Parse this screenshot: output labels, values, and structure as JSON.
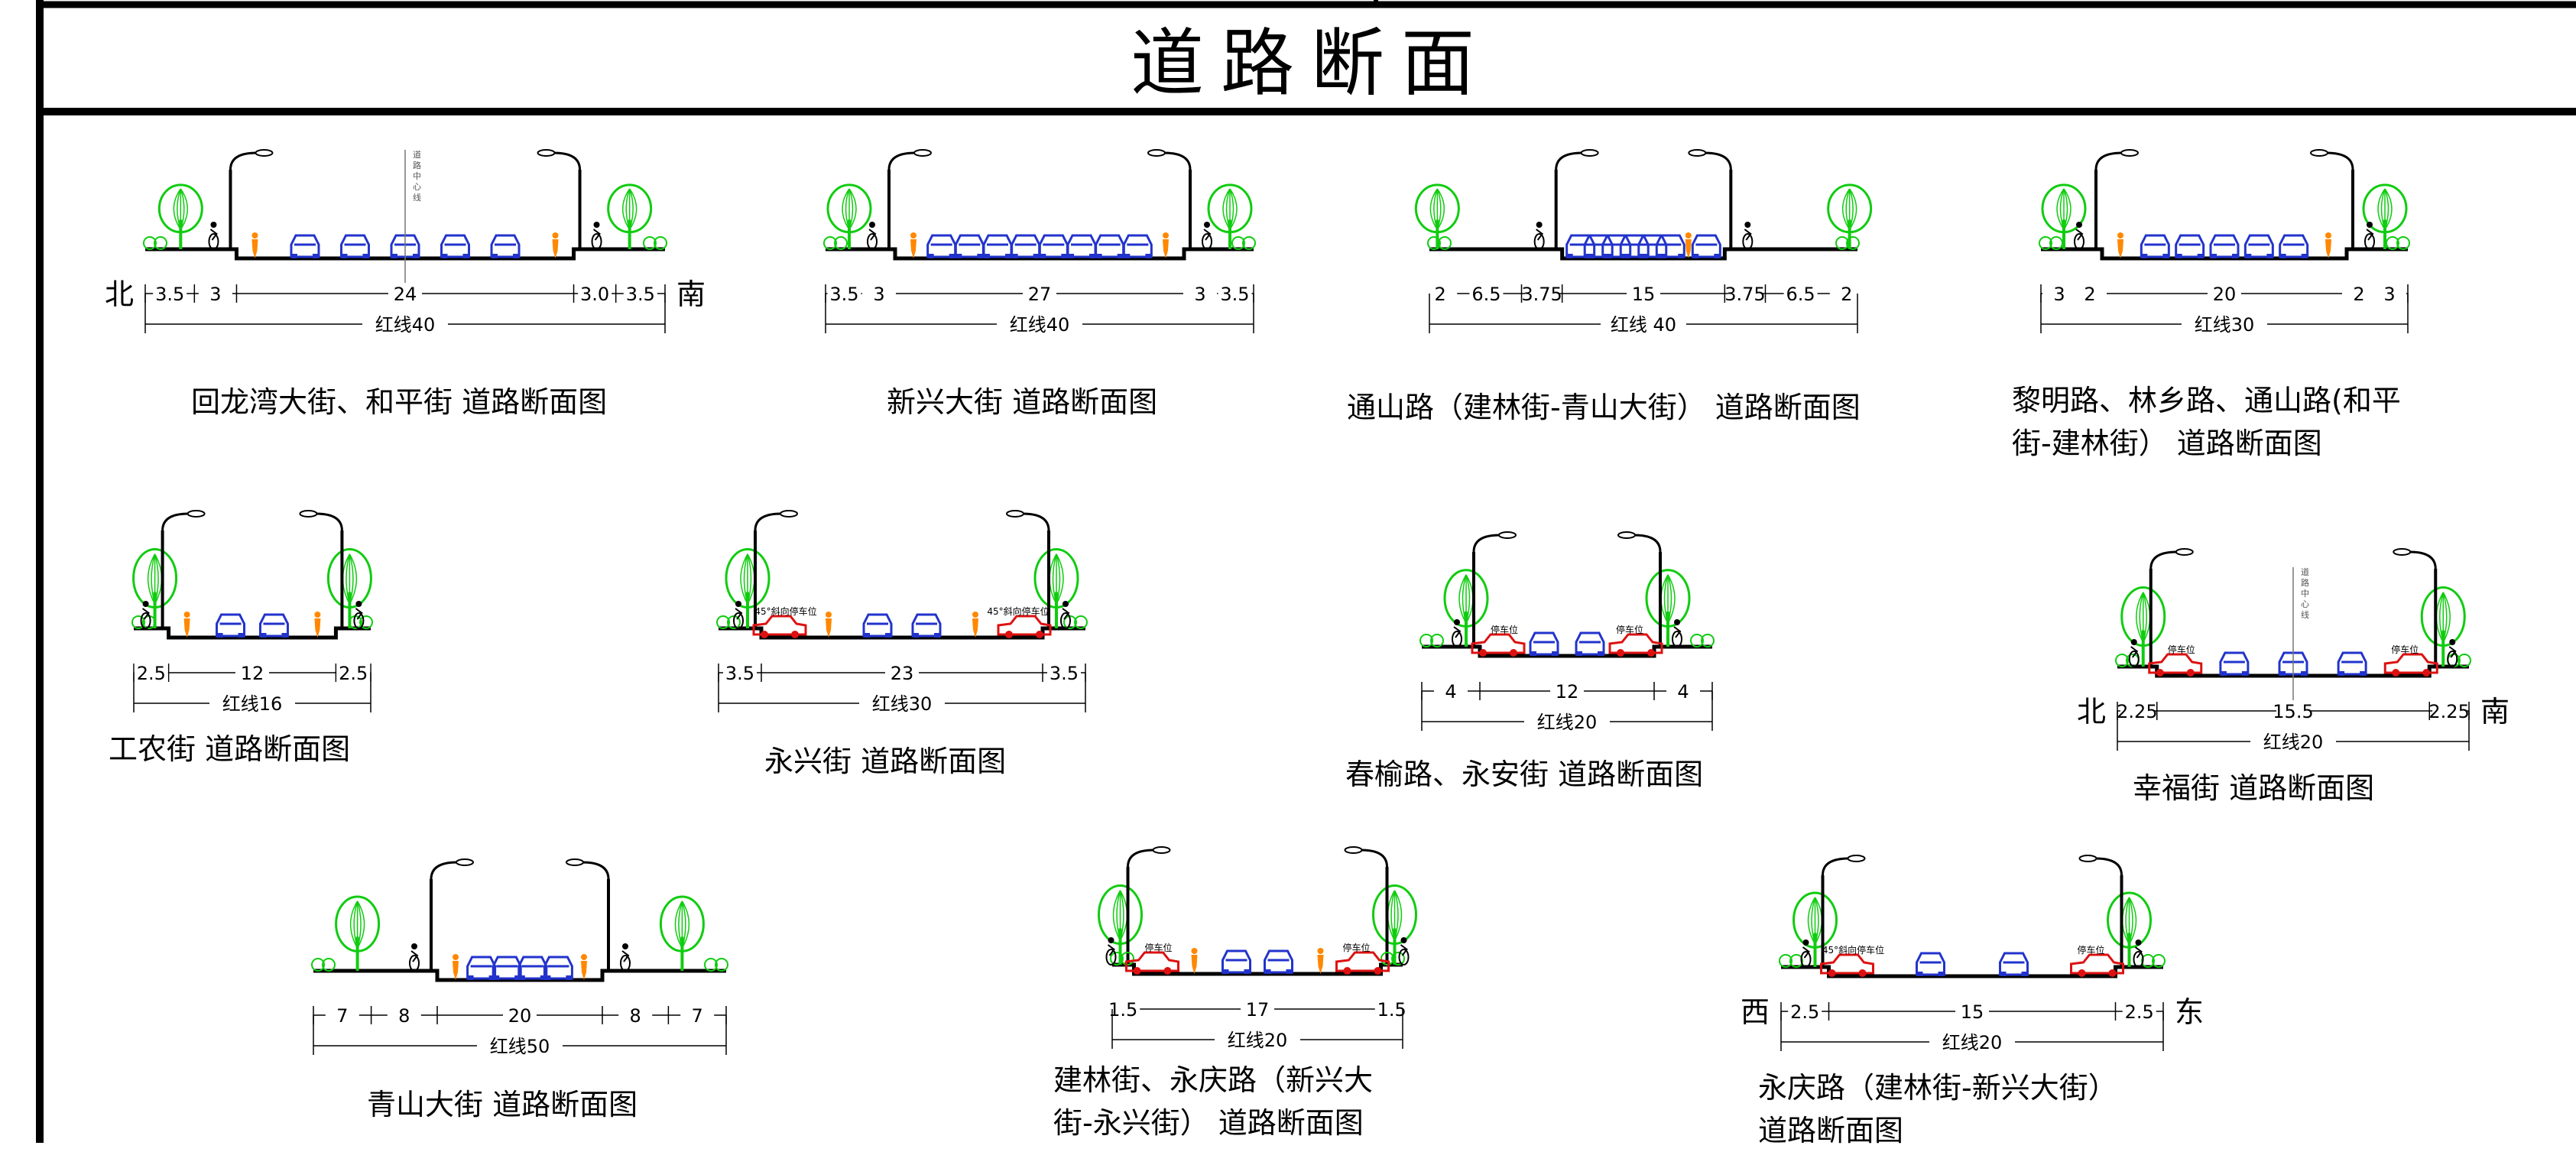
{
  "title": "道路断面",
  "colors": {
    "tree": "#10cc10",
    "car_blue": "#2233cc",
    "car_red": "#dd1111",
    "person": "#ff8800",
    "ink": "#000000"
  },
  "sections": [
    {
      "id": "huilongwan",
      "caption": [
        "回龙湾大街、和平街 道路断面图"
      ],
      "red_line": "红线40",
      "dims": [
        "3.5",
        "3",
        "24",
        "3.0",
        "3.5"
      ],
      "dir_left": "北",
      "dir_right": "南",
      "centerline_note": "道路中心线",
      "lane_items": [
        "person",
        "car",
        "car",
        "car",
        "car",
        "car",
        "person"
      ]
    },
    {
      "id": "xinxing",
      "caption": [
        "新兴大街 道路断面图"
      ],
      "red_line": "红线40",
      "dims": [
        "3.5",
        "3",
        "27",
        "3",
        "3.5"
      ],
      "lane_items": [
        "person",
        "car",
        "car",
        "car",
        "car",
        "car",
        "car",
        "car",
        "car",
        "person"
      ]
    },
    {
      "id": "tongshan",
      "caption": [
        "通山路（建林街-青山大街） 道路断面图"
      ],
      "red_line": "红线 40",
      "dims": [
        "2",
        "6.5",
        "3.75",
        "15",
        "3.75",
        "6.5",
        "2"
      ],
      "lane_items": [
        "car",
        "car",
        "car",
        "car",
        "car",
        "car",
        "person",
        "car"
      ]
    },
    {
      "id": "liming",
      "caption": [
        "黎明路、林乡路、通山路(和平",
        "街-建林街） 道路断面图"
      ],
      "red_line": "红线30",
      "dims": [
        "3",
        "2",
        "20",
        "2",
        "3"
      ],
      "lane_items": [
        "person",
        "car",
        "car",
        "car",
        "car",
        "car",
        "person"
      ]
    },
    {
      "id": "gongnong",
      "caption": [
        "工农街 道路断面图"
      ],
      "red_line": "红线16",
      "dims": [
        "2.5",
        "12",
        "2.5"
      ],
      "lane_items": [
        "person",
        "car",
        "car",
        "person"
      ]
    },
    {
      "id": "yongxing",
      "caption": [
        "永兴街 道路断面图"
      ],
      "red_line": "红线30",
      "dims": [
        "3.5",
        "23",
        "3.5"
      ],
      "parking_note": "45°斜向停车位",
      "lane_items": [
        "redcar",
        "person",
        "car",
        "car",
        "person",
        "redcar"
      ]
    },
    {
      "id": "chunyu",
      "caption": [
        "春榆路、永安街 道路断面图"
      ],
      "red_line": "红线20",
      "dims": [
        "4",
        "12",
        "4"
      ],
      "parking_note": "停车位",
      "lane_items": [
        "redcar",
        "car",
        "car",
        "redcar"
      ]
    },
    {
      "id": "xingfu",
      "caption": [
        "幸福街 道路断面图"
      ],
      "red_line": "红线20",
      "dims": [
        "2.25",
        "15.5",
        "2.25"
      ],
      "dir_left": "北",
      "dir_right": "南",
      "parking_note": "停车位",
      "centerline_note": "道路中心线",
      "lane_items": [
        "redcar",
        "car",
        "car",
        "car",
        "redcar"
      ]
    },
    {
      "id": "qingshan",
      "caption": [
        "青山大街 道路断面图"
      ],
      "red_line": "红线50",
      "dims": [
        "7",
        "8",
        "20",
        "8",
        "7"
      ],
      "lane_items": [
        "person",
        "car",
        "car",
        "car",
        "car",
        "person"
      ]
    },
    {
      "id": "jianlin",
      "caption": [
        "建林街、永庆路（新兴大",
        "街-永兴街） 道路断面图"
      ],
      "red_line": "红线20",
      "dims": [
        "1.5",
        "17",
        "1.5"
      ],
      "parking_note": "停车位",
      "lane_items": [
        "redcar",
        "person",
        "car",
        "car",
        "person",
        "redcar"
      ]
    },
    {
      "id": "yongqing",
      "caption": [
        "永庆路（建林街-新兴大街）",
        "道路断面图"
      ],
      "red_line": "红线20",
      "dims": [
        "2.5",
        "15",
        "2.5"
      ],
      "dir_left": "西",
      "dir_right": "东",
      "parking_note": "45°斜向停车位",
      "parking_note_right": "停车位",
      "lane_items": [
        "redcar",
        "car",
        "car",
        "redcar"
      ]
    }
  ]
}
